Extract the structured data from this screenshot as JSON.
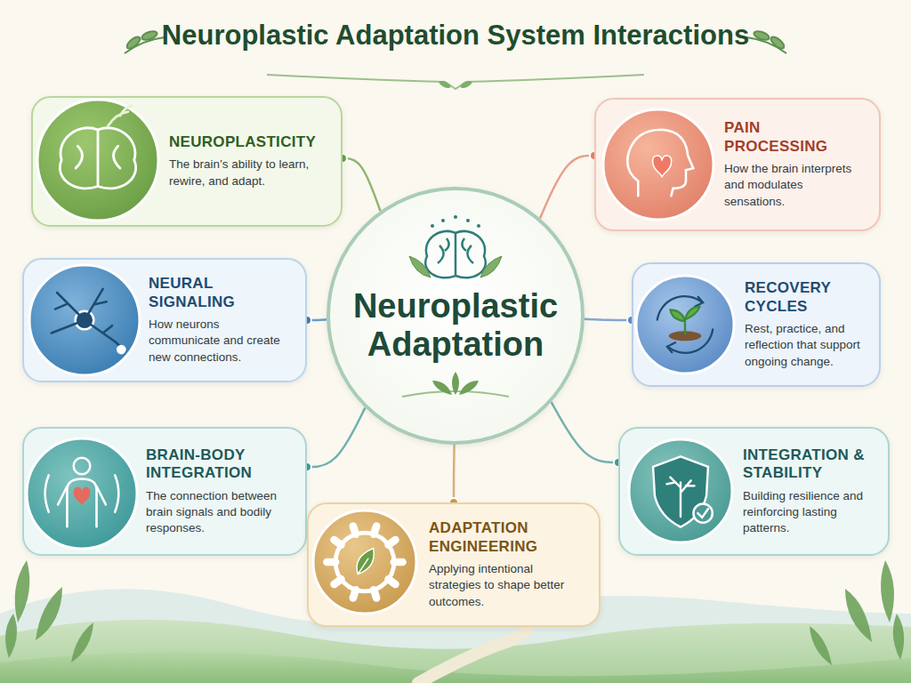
{
  "diagram": {
    "title": "Neuroplastic Adaptation System Interactions",
    "nodes": [
      {
        "text": [
          "NEUROPLASTICITY",
          "The brain’s ability to learn, rewire, and adapt."
        ]
      },
      {
        "text": [
          "PAIN PROCESSING",
          "How the brain interprets and modulates sensations."
        ]
      },
      {
        "text": [
          "Neuroplastic Adaptation"
        ]
      },
      {
        "text": [
          "NEURAL SIGNALING",
          "How neurons communicate and create new connections."
        ]
      },
      {
        "text": [
          "RECOVERY CYCLES",
          "Rest, practice, and reflection that support ongoing change."
        ]
      },
      {
        "text": [
          "BRAIN-BODY INTEGRATION",
          "The connection between brain signals and bodily responses."
        ]
      },
      {
        "text": [
          "INTEGRATION & STABILITY",
          "Building resilience and reinforcing lasting patterns."
        ]
      },
      {
        "text": [
          "ADAPTATION ENGINEERING",
          "Applying intentional strategies to shape better outcomes."
        ]
      }
    ],
    "edges": [
      {
        "from": 2,
        "to": 0,
        "arrow": "none"
      },
      {
        "from": 2,
        "to": 1,
        "arrow": "none"
      },
      {
        "from": 2,
        "to": 3,
        "arrow": "none"
      },
      {
        "from": 2,
        "to": 4,
        "arrow": "none"
      },
      {
        "from": 2,
        "to": 5,
        "arrow": "none"
      },
      {
        "from": 2,
        "to": 6,
        "arrow": "none"
      },
      {
        "from": 2,
        "to": 7,
        "arrow": "none"
      }
    ]
  }
}
